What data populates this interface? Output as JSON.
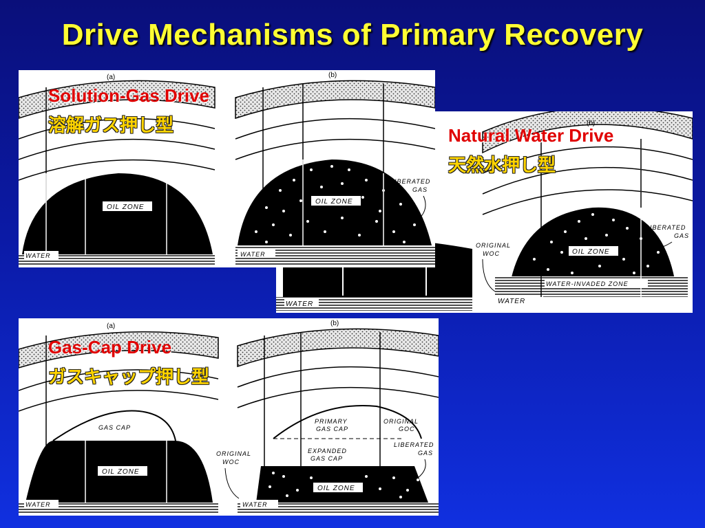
{
  "slide": {
    "title": "Drive Mechanisms of Primary Recovery"
  },
  "solution_gas": {
    "title_en": "Solution-Gas Drive",
    "title_jp": "溶解ガス押し型",
    "tag_a": "(a)",
    "tag_b": "(b)",
    "oil_zone": "OIL ZONE",
    "water": "WATER",
    "liberated": "LIBERATED",
    "gas": "GAS"
  },
  "water_drive": {
    "title_en": "Natural Water Drive",
    "title_jp": "天然水押し型",
    "tag_b": "(b)",
    "oil_zone": "OIL ZONE",
    "water": "WATER",
    "water_invaded": "WATER-INVADED ZONE",
    "original": "ORIGINAL",
    "woc": "WOC",
    "liberated": "LIBERATED",
    "gas": "GAS"
  },
  "gas_cap": {
    "title_en": "Gas-Cap Drive",
    "title_jp": "ガスキャップ押し型",
    "tag_a": "(a)",
    "tag_b": "(b)",
    "gas_cap": "GAS CAP",
    "oil_zone": "OIL ZONE",
    "water": "WATER",
    "primary": "PRIMARY",
    "primary_gas_cap": "GAS CAP",
    "expanded": "EXPANDED",
    "expanded_gas_cap": "GAS CAP",
    "original_goc_1": "ORIGINAL",
    "original_goc_2": "GOC",
    "liberated": "LIBERATED",
    "gas": "GAS",
    "original_woc_1": "ORIGINAL",
    "original_woc_2": "WOC"
  },
  "colors": {
    "title": "#ffff33",
    "label_en": "#e00000",
    "label_jp": "#ffd400"
  }
}
